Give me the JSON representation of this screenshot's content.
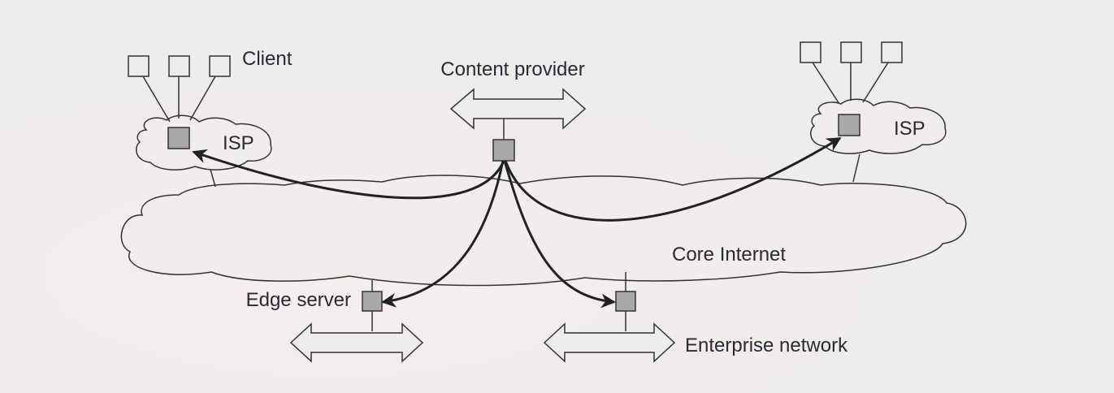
{
  "labels": {
    "client": "Client",
    "content_provider": "Content provider",
    "isp_left": "ISP",
    "isp_right": "ISP",
    "core_internet": "Core Internet",
    "edge_server": "Edge server",
    "enterprise_network": "Enterprise network"
  },
  "colors": {
    "router": "#a9a7aa",
    "line": "#222222"
  }
}
